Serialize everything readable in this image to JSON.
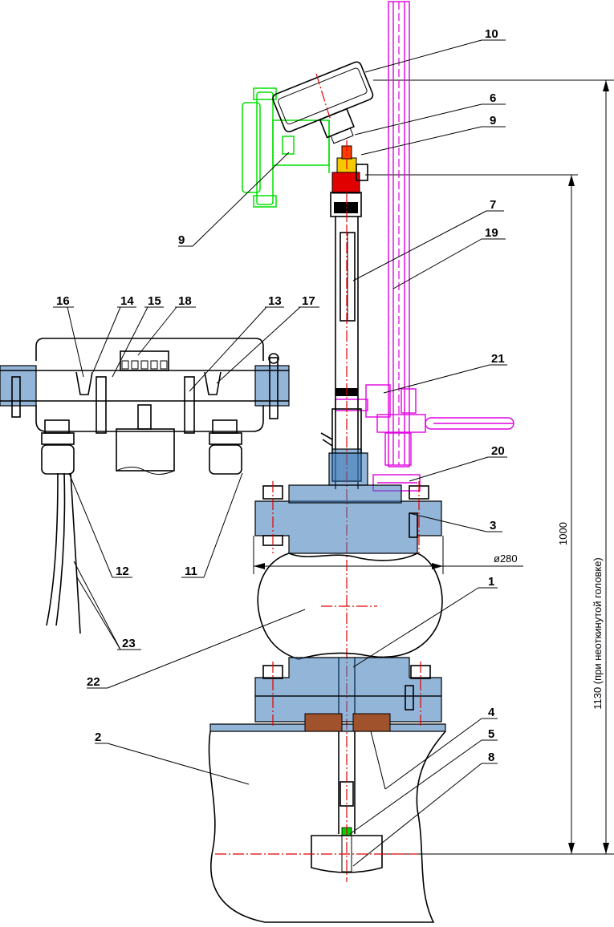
{
  "callouts": [
    "10",
    "6",
    "9",
    "9",
    "7",
    "19",
    "16",
    "14",
    "15",
    "18",
    "13",
    "17",
    "21",
    "20",
    "3",
    "12",
    "11",
    "23",
    "22",
    "1",
    "2",
    "4",
    "5",
    "8"
  ],
  "dimensions": {
    "diameter": "ø280",
    "probe_length": "1000",
    "total_length": "1130 (при неоткинутой головке)"
  },
  "colors": {
    "outline": "#000000",
    "center_line": "#e00000",
    "hatch": "#3b78b8",
    "magnetic_float": "#e000e0",
    "display_unit": "#00e000"
  }
}
